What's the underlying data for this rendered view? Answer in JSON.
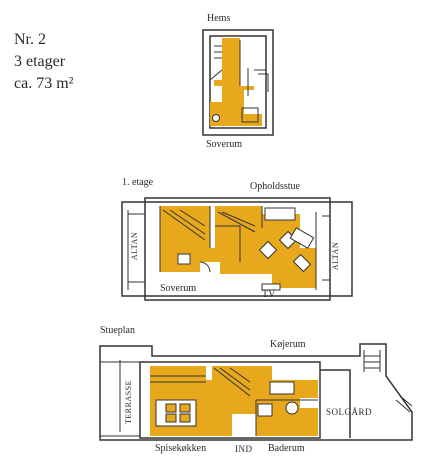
{
  "header": {
    "number": "Nr. 2",
    "floors": "3 etager",
    "area": "ca. 73 m²"
  },
  "plans": {
    "hems": {
      "title": "Hems",
      "rooms": {
        "bedroom": "Soverum"
      }
    },
    "first_floor": {
      "title": "1. etage",
      "rooms": {
        "living": "Opholdsstue",
        "bedroom": "Soverum",
        "balcony_left": "ALTAN",
        "balcony_right": "ALTAN",
        "tv": "TV"
      }
    },
    "ground_floor": {
      "title": "Stueplan",
      "rooms": {
        "kitchen_top": "Køjerum",
        "terrace": "TERRASSE",
        "sun_room": "SOLGÅRD",
        "dining_kitchen": "Spisekøkken",
        "entrance": "IND",
        "bathroom": "Baderum"
      }
    }
  },
  "colors": {
    "floor_fill": "#e8a81c",
    "wall": "#333333",
    "background": "#ffffff"
  }
}
